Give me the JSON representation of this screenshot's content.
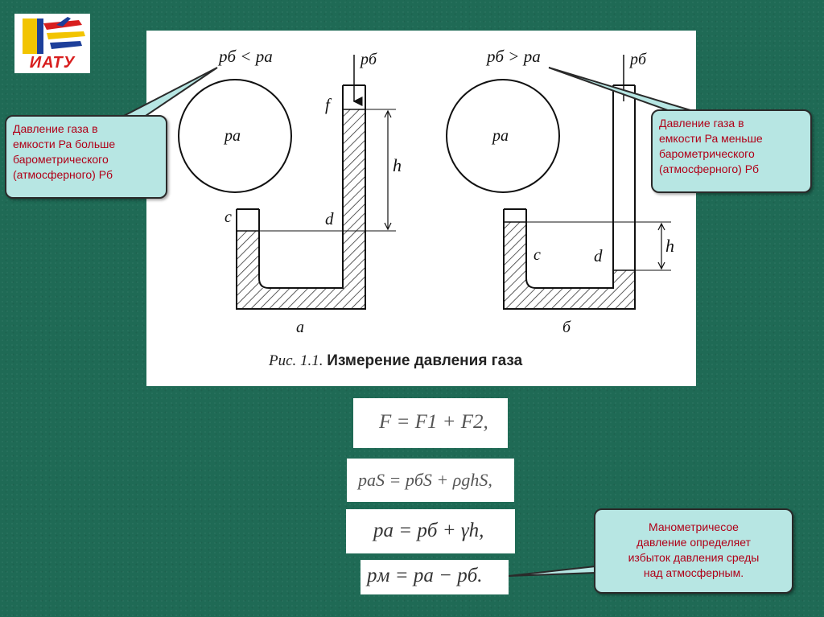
{
  "logo": {
    "text": "ИАТУ"
  },
  "diagram": {
    "left": {
      "relation": "pб < pа",
      "tank_label": "pа",
      "atm_label": "pб",
      "point_c": "c",
      "point_d": "d",
      "point_f": "f",
      "height_label": "h",
      "sublabel": "а"
    },
    "right": {
      "relation": "pб > pа",
      "tank_label": "pа",
      "atm_label": "pб",
      "point_c": "c",
      "point_d": "d",
      "height_label": "h",
      "sublabel": "б"
    },
    "caption_prefix": "Рис. 1.1.",
    "caption_title": "Измерение давления газа"
  },
  "callouts": {
    "left": [
      "Давление газа в",
      "емкости Ра больше",
      "барометрического",
      "(атмосферного) Рб"
    ],
    "right": [
      "Давление газа в",
      "емкости Ра меньше",
      "барометрического",
      "(атмосферного) Рб"
    ],
    "bottom": [
      "Манометричесое",
      "давление определяет",
      "избыток давления среды",
      "над атмосферным."
    ]
  },
  "formulas": {
    "f1": "F = F1 + F2,",
    "f2": "pаS = pбS + ρghS,",
    "f3": "pа = pб + γh,",
    "f4": "pм = pа − pб."
  }
}
